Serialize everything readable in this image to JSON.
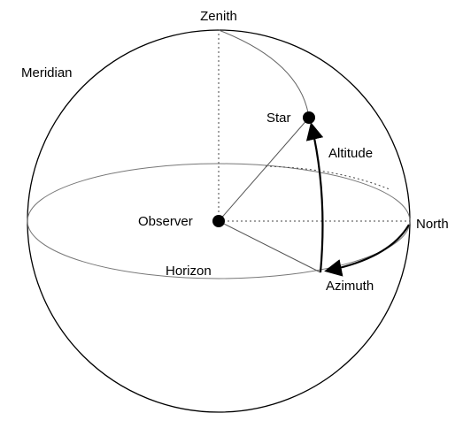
{
  "labels": {
    "zenith": "Zenith",
    "meridian": "Meridian",
    "star": "Star",
    "altitude": "Altitude",
    "observer": "Observer",
    "north": "North",
    "horizon": "Horizon",
    "azimuth": "Azimuth"
  },
  "colors": {
    "background": "#ffffff",
    "outline": "#000000",
    "thin_line": "#555555",
    "dotted_line": "#444444",
    "marker": "#000000"
  }
}
